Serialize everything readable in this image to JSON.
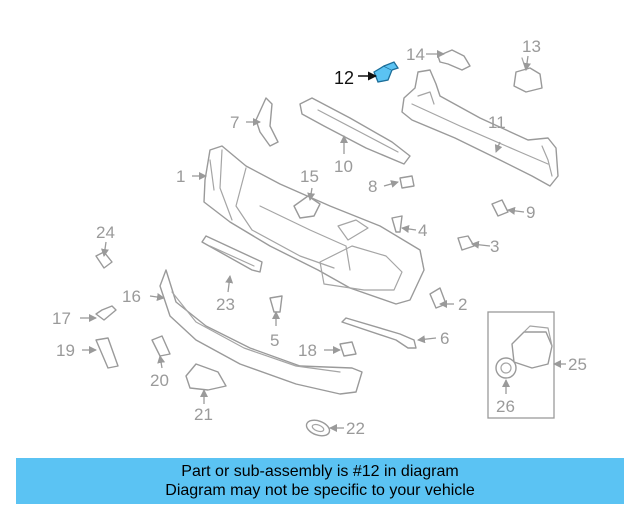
{
  "highlight_color": "#5bc3f3",
  "callouts": {
    "c1": "1",
    "c2": "2",
    "c3": "3",
    "c4": "4",
    "c5": "5",
    "c6": "6",
    "c7": "7",
    "c8": "8",
    "c9": "9",
    "c10": "10",
    "c11": "11",
    "c12": "12",
    "c13": "13",
    "c14": "14",
    "c15": "15",
    "c16": "16",
    "c17": "17",
    "c18": "18",
    "c19": "19",
    "c20": "20",
    "c21": "21",
    "c22": "22",
    "c23": "23",
    "c24": "24",
    "c25": "25",
    "c26": "26"
  },
  "banner": {
    "line1": "Part or sub-assembly is #12 in diagram",
    "line2": "Diagram may not be specific to your vehicle"
  }
}
